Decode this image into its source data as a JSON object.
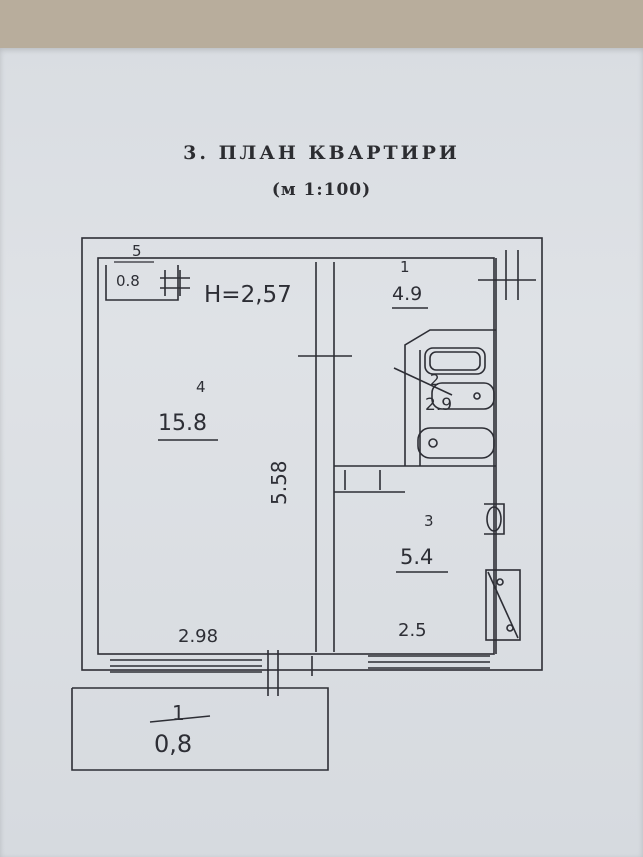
{
  "header": {
    "title": "3. ПЛАН КВАРТИРИ",
    "scale": "(м 1:100)"
  },
  "plan": {
    "ceiling_height": "H=2,57",
    "rooms": [
      {
        "number": "5",
        "area": "0.8"
      },
      {
        "number": "4",
        "area": "15.8"
      },
      {
        "number": "1",
        "area": "4.9"
      },
      {
        "number": "2",
        "area": "2.9"
      },
      {
        "number": "3",
        "area": "5.4"
      },
      {
        "number": "1",
        "area": "0,8"
      }
    ],
    "dimensions": {
      "room4_width": "2.98",
      "room3_width": "2.5",
      "room4_length": "5.58"
    }
  },
  "colors": {
    "paper": "#dcdfe3",
    "ink": "#2d2e35",
    "background": "#b8ad9c"
  }
}
